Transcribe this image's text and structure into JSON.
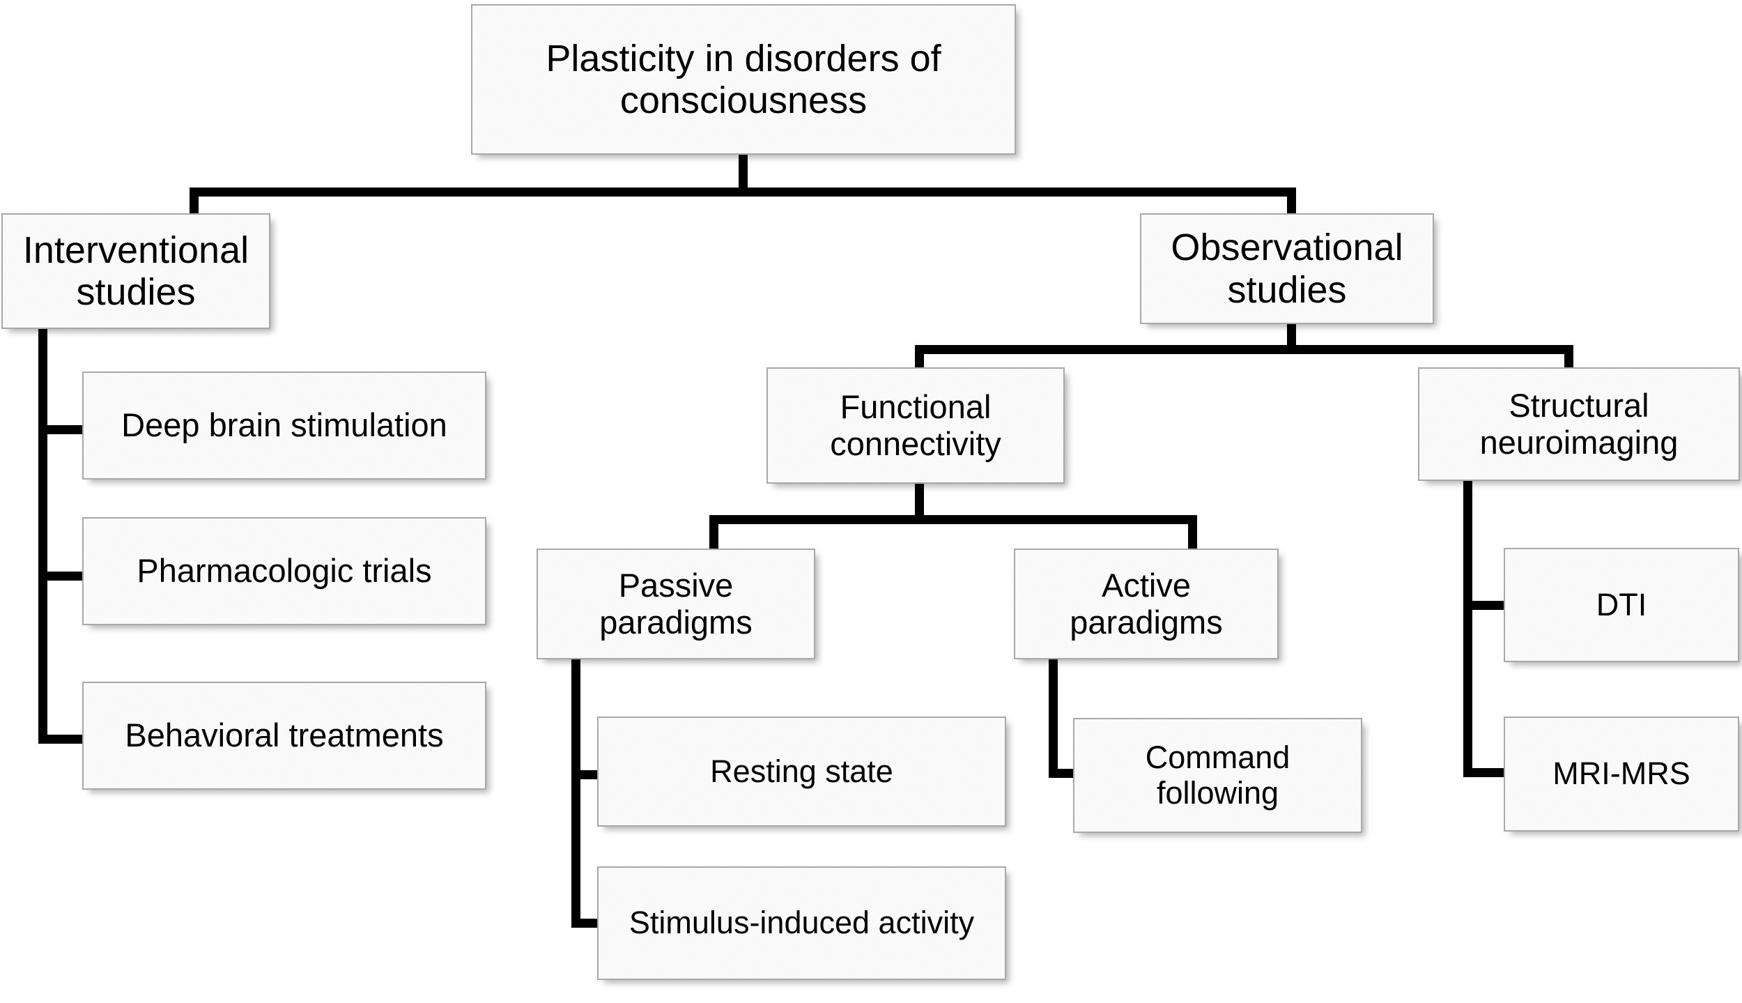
{
  "diagram": {
    "title": "Plasticity in disorders of consciousness",
    "type": "hierarchical-tree-flowchart",
    "colors": {
      "box_fill": "#fbfbfb",
      "box_border": "#a8a8a8",
      "connector": "#000000",
      "text": "#000000",
      "background": "#ffffff"
    },
    "nodes": {
      "root": "Plasticity in disorders of consciousness",
      "interventional": "Interventional studies",
      "observational": "Observational studies",
      "deep_brain_stimulation": "Deep brain stimulation",
      "pharmacologic_trials": "Pharmacologic trials",
      "behavioral_treatments": "Behavioral treatments",
      "functional_connectivity": "Functional connectivity",
      "structural_neuroimaging": "Structural neuroimaging",
      "passive_paradigms": "Passive paradigms",
      "active_paradigms": "Active paradigms",
      "resting_state": "Resting state",
      "stimulus_induced_activity": "Stimulus-induced activity",
      "command_following": "Command following",
      "dti": "DTI",
      "mri_mrs": "MRI-MRS"
    },
    "edges": [
      {
        "from": "root",
        "to": "interventional"
      },
      {
        "from": "root",
        "to": "observational"
      },
      {
        "from": "interventional",
        "to": "deep_brain_stimulation"
      },
      {
        "from": "interventional",
        "to": "pharmacologic_trials"
      },
      {
        "from": "interventional",
        "to": "behavioral_treatments"
      },
      {
        "from": "observational",
        "to": "functional_connectivity"
      },
      {
        "from": "observational",
        "to": "structural_neuroimaging"
      },
      {
        "from": "functional_connectivity",
        "to": "passive_paradigms"
      },
      {
        "from": "functional_connectivity",
        "to": "active_paradigms"
      },
      {
        "from": "passive_paradigms",
        "to": "resting_state"
      },
      {
        "from": "passive_paradigms",
        "to": "stimulus_induced_activity"
      },
      {
        "from": "active_paradigms",
        "to": "command_following"
      },
      {
        "from": "structural_neuroimaging",
        "to": "dti"
      },
      {
        "from": "structural_neuroimaging",
        "to": "mri_mrs"
      }
    ]
  }
}
